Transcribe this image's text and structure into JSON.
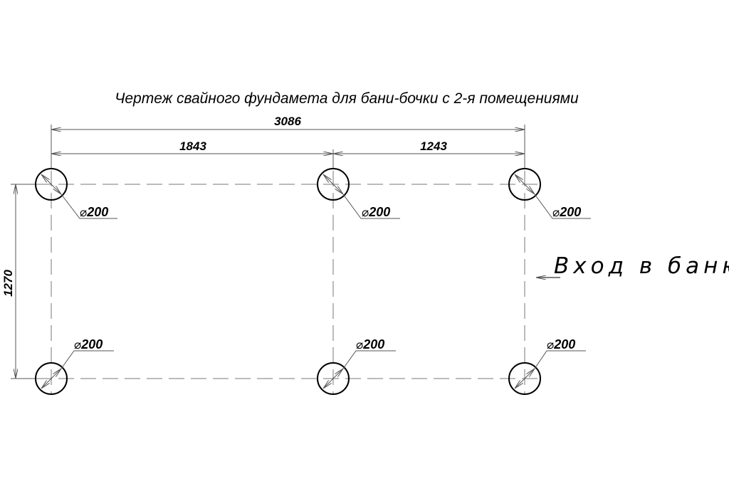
{
  "title": "Чертеж свайного фундамета для бани-бочки с 2-я помещениями",
  "dimensions": {
    "overall_length": "3086",
    "left_span": "1843",
    "right_span": "1243",
    "width": "1270"
  },
  "pile_diameter_label": "200",
  "diameter_symbol": "⌀",
  "entrance_label": "Вход в баню"
}
